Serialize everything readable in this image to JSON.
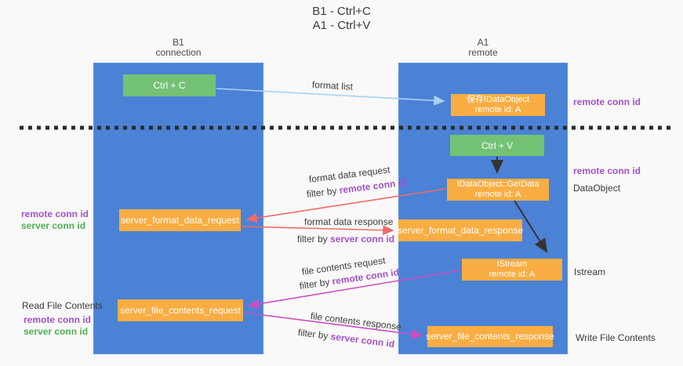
{
  "title": {
    "line1": "B1 - Ctrl+C",
    "line2": "A1 - Ctrl+V"
  },
  "lanes": {
    "left": {
      "header_line1": "B1",
      "header_line2": "connection"
    },
    "right": {
      "header_line1": "A1",
      "header_line2": "remote"
    }
  },
  "nodes": {
    "ctrl_c": "Ctrl + C",
    "ctrl_v": "Ctrl + V",
    "save_idataobject": {
      "line1": "保存IDataObject",
      "line2": "remote id: A"
    },
    "getdata": {
      "line1": "IDataObject::GetData",
      "line2": "remote id: A"
    },
    "istream": {
      "line1": "IStream",
      "line2": "remote id: A"
    },
    "format_request": "server_format_data_request",
    "format_response": "server_format_data_response",
    "file_request": "server_file_contents_request",
    "file_response": "server_file_contents_response"
  },
  "arrow_labels": {
    "format_list": "format list",
    "format_data_request": "format data request",
    "format_data_response": "format data response",
    "file_contents_request": "file contents request",
    "file_contents_response": "file contents response",
    "filter_by": "filter by ",
    "remote_conn_id": "remote conn id",
    "server_conn_id": "server conn id"
  },
  "side_labels": {
    "remote_conn_id_top": "remote conn id",
    "remote_conn_id_mid": "remote conn id",
    "dataobject": "DataObject",
    "istream": "Istream",
    "write_file_contents": "Write File Contents",
    "read_file_contents": "Read File Contents",
    "left_remote_conn_id_1": "remote conn id",
    "left_server_conn_id_1": "server conn id",
    "left_remote_conn_id_2": "remote conn id",
    "left_server_conn_id_2": "server conn id"
  },
  "colors": {
    "lane_blue": "#4b82d6",
    "green_box": "#74c276",
    "orange_box": "#f9ad42",
    "light_blue_arrow": "#a9d2f1",
    "salmon_arrow": "#ee6b68",
    "magenta_arrow": "#cb4ec0",
    "black_arrow": "#333333",
    "purple_text": "#a550cb",
    "green_text": "#4db053",
    "background": "#f9f9f9"
  }
}
